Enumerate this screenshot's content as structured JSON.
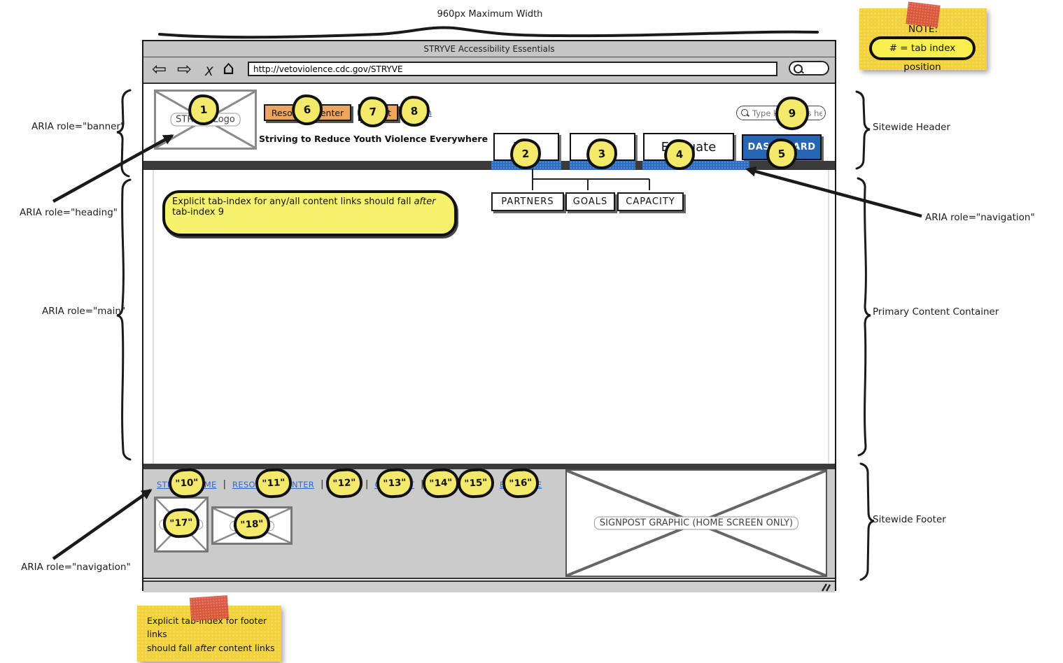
{
  "colors": {
    "chrome_gray": "#c5c5c5",
    "footer_gray": "#cbcbcb",
    "dark_nav_bar": "#3b3b3b",
    "tab_underline_blue": "#2e6fc0",
    "dashboard_blue": "#2766b4",
    "button_orange": "#f0a55e",
    "link_blue": "#3366cc",
    "circle_yellow": "#f3e96a",
    "note_yellow": "#f6f26d",
    "sticky_yellow": "#f2d23c",
    "tape_red": "#d84f3a"
  },
  "page": {
    "max_width_label": "960px Maximum Width"
  },
  "browser": {
    "title": "STRYVE Accessibility Essentials",
    "url": "http://vetoviolence.cdc.gov/STRYVE",
    "icons": {
      "back": "⇦",
      "forward": "⇨",
      "stop": "X",
      "home": "⌂"
    }
  },
  "header": {
    "logo_label": "STRYVE Logo",
    "logo_tab": "1",
    "tagline": "Striving to Reduce Youth Violence Everywhere",
    "resource_center": {
      "label": "Resource Center",
      "tab": "6"
    },
    "about": {
      "label": "About",
      "tab": "7"
    },
    "login": {
      "label": "Log In",
      "tab": "8"
    },
    "search": {
      "placeholder": "Type keywords here...",
      "tab": "9"
    },
    "tabs": [
      {
        "label": "Plan",
        "tab": "2"
      },
      {
        "label": "Act",
        "tab": "3"
      },
      {
        "label": "Evaluate",
        "tab": "4"
      }
    ],
    "dashboard": {
      "label": "DASHBOARD",
      "tab": "5"
    }
  },
  "subnav": {
    "items": [
      {
        "label": "PARTNERS"
      },
      {
        "label": "GOALS"
      },
      {
        "label": "CAPACITY"
      }
    ]
  },
  "content_note": {
    "before": "Explicit tab-index for any/all content links should fall ",
    "italic": "after",
    "after": " tab-index 9"
  },
  "footer": {
    "separator": "|",
    "links": [
      {
        "label": "STRYVE HOME",
        "tab": "\"10\""
      },
      {
        "label": "RESOURCE CENTER",
        "tab": "\"11\""
      },
      {
        "label": "ABOUT",
        "tab": "\"12\""
      },
      {
        "label": "CONTACT",
        "tab": "\"13\""
      },
      {
        "label": "PLAN",
        "tab": "\"14\""
      },
      {
        "label": "ACT",
        "tab": "\"15\""
      },
      {
        "label": "EVALUATE",
        "tab": "\"16\""
      }
    ],
    "hhs_logo": {
      "label": "HHS Logo",
      "tab": "\"17\""
    },
    "cdc_logo": {
      "label": "CDC Logo",
      "tab": "\"18\""
    },
    "signpost_label": "SIGNPOST GRAPHIC (HOME SCREEN ONLY)"
  },
  "annotations": {
    "aria_banner": "ARIA role=\"banner\"",
    "aria_heading": "ARIA role=\"heading\"",
    "aria_main": "ARIA role=\"main\"",
    "aria_navigation_left": "ARIA role=\"navigation\"",
    "aria_navigation_right": "ARIA role=\"navigation\"",
    "sitewide_header": "Sitewide Header",
    "primary_content": "Primary Content Container",
    "sitewide_footer": "Sitewide Footer"
  },
  "sticky_notes": {
    "top": {
      "title": "NOTE:",
      "pill": "# = tab index position"
    },
    "bottom": {
      "line1": "Explicit tab-index for footer links",
      "line2_before": "should fall ",
      "line2_italic": "after",
      "line2_after": " content links"
    }
  }
}
